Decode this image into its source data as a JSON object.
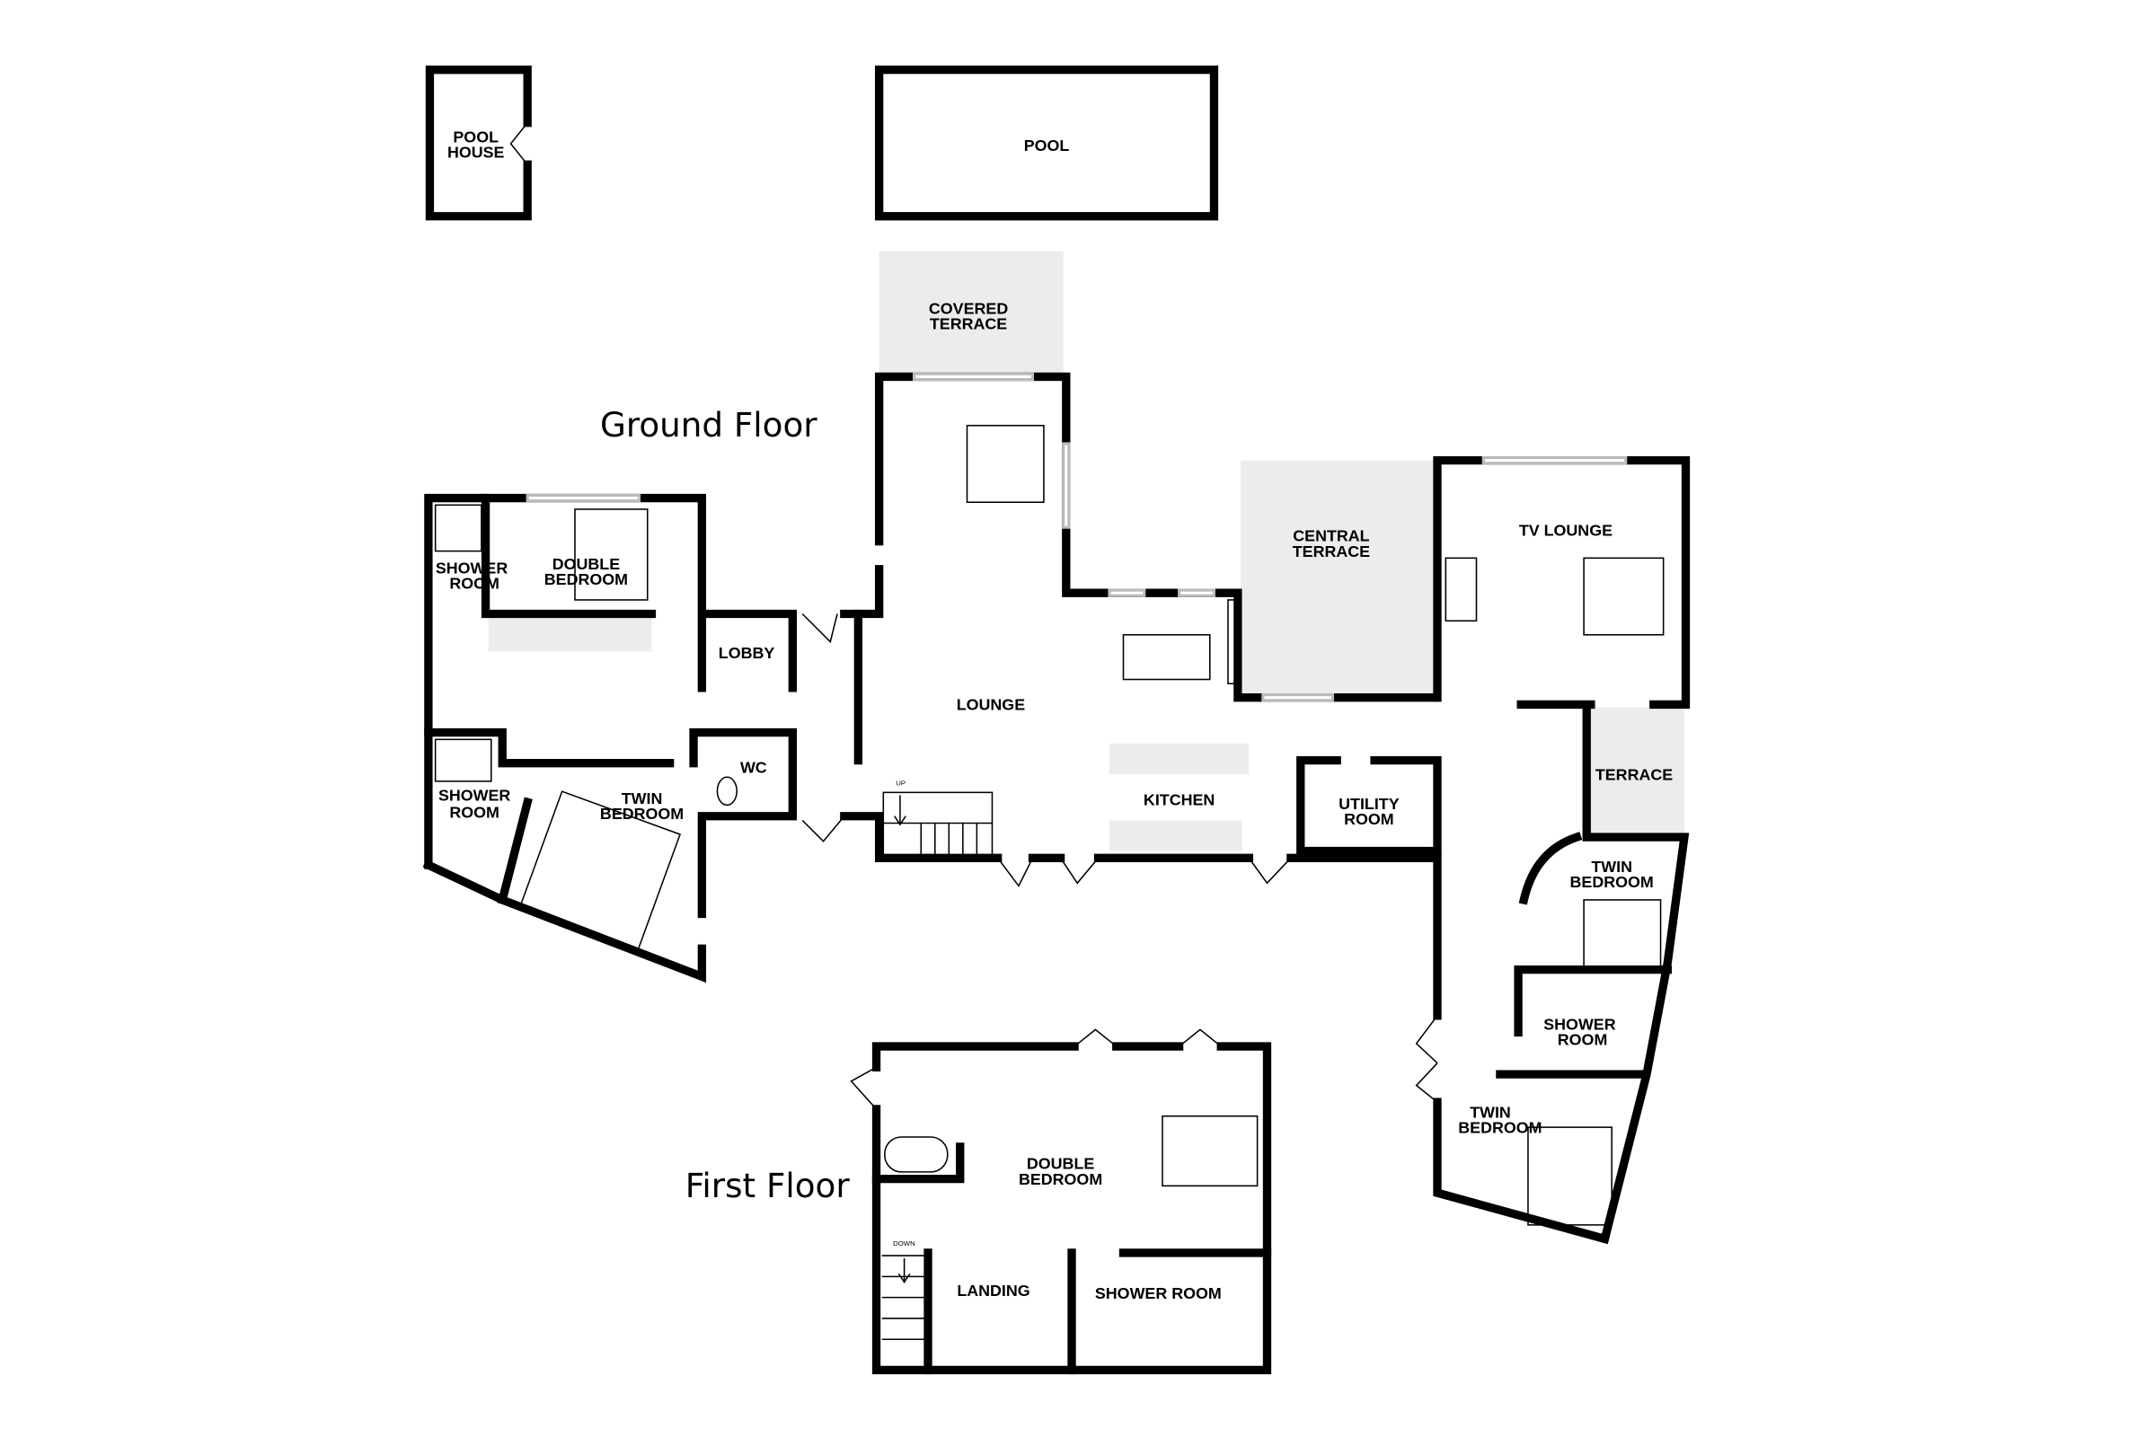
{
  "titles": {
    "ground": "Ground Floor",
    "first": "First Floor"
  },
  "rooms": {
    "pool_house": [
      "POOL",
      "HOUSE"
    ],
    "pool": [
      "POOL"
    ],
    "covered_terrace": [
      "COVERED",
      "TERRACE"
    ],
    "central_terrace": [
      "CENTRAL",
      "TERRACE"
    ],
    "tv_lounge": [
      "TV LOUNGE"
    ],
    "shower_room_1": [
      "SHOWER",
      "ROOM"
    ],
    "double_bedroom_1": [
      "DOUBLE",
      "BEDROOM"
    ],
    "lobby": [
      "LOBBY"
    ],
    "lounge": [
      "LOUNGE"
    ],
    "wc": [
      "WC"
    ],
    "shower_room_2": [
      "SHOWER",
      "ROOM"
    ],
    "twin_bedroom_1": [
      "TWIN",
      "BEDROOM"
    ],
    "kitchen": [
      "KITCHEN"
    ],
    "utility_room": [
      "UTILITY",
      "ROOM"
    ],
    "terrace": [
      "TERRACE"
    ],
    "twin_bedroom_2": [
      "TWIN",
      "BEDROOM"
    ],
    "shower_room_3": [
      "SHOWER",
      "ROOM"
    ],
    "twin_bedroom_3": [
      "TWIN",
      "BEDROOM"
    ],
    "double_bedroom_ff": [
      "DOUBLE",
      "BEDROOM"
    ],
    "landing": [
      "LANDING"
    ],
    "shower_room_ff": [
      "SHOWER ROOM"
    ]
  },
  "stairs": {
    "up": "UP",
    "down": "DOWN"
  },
  "colors": {
    "wall": "#000000",
    "terrace_fill": "#ececec"
  }
}
